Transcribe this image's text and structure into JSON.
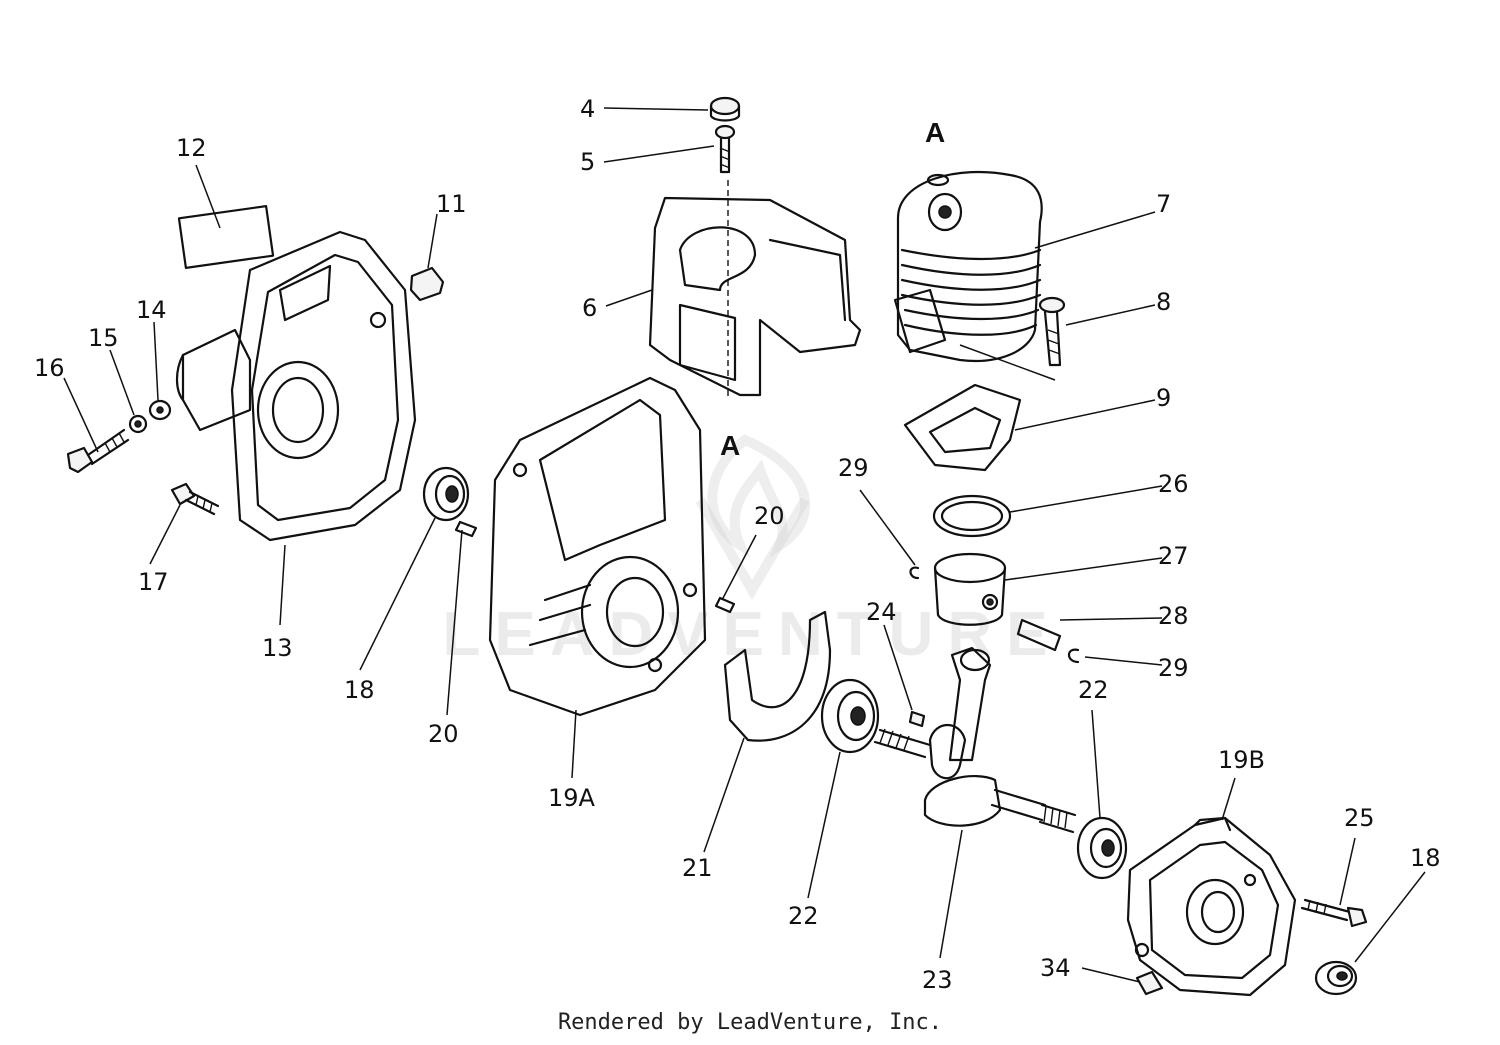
{
  "callouts": [
    {
      "id": "c4",
      "text": "4"
    },
    {
      "id": "c5",
      "text": "5"
    },
    {
      "id": "c6",
      "text": "6"
    },
    {
      "id": "c7",
      "text": "7"
    },
    {
      "id": "c8",
      "text": "8"
    },
    {
      "id": "c9",
      "text": "9"
    },
    {
      "id": "c11",
      "text": "11"
    },
    {
      "id": "c12",
      "text": "12"
    },
    {
      "id": "c13",
      "text": "13"
    },
    {
      "id": "c14",
      "text": "14"
    },
    {
      "id": "c15",
      "text": "15"
    },
    {
      "id": "c16",
      "text": "16"
    },
    {
      "id": "c17",
      "text": "17"
    },
    {
      "id": "c18a",
      "text": "18"
    },
    {
      "id": "c18b",
      "text": "18"
    },
    {
      "id": "c19a",
      "text": "19A"
    },
    {
      "id": "c19b",
      "text": "19B"
    },
    {
      "id": "c20a",
      "text": "20"
    },
    {
      "id": "c20b",
      "text": "20"
    },
    {
      "id": "c21",
      "text": "21"
    },
    {
      "id": "c22a",
      "text": "22"
    },
    {
      "id": "c22b",
      "text": "22"
    },
    {
      "id": "c23",
      "text": "23"
    },
    {
      "id": "c24",
      "text": "24"
    },
    {
      "id": "c25",
      "text": "25"
    },
    {
      "id": "c26",
      "text": "26"
    },
    {
      "id": "c27",
      "text": "27"
    },
    {
      "id": "c28",
      "text": "28"
    },
    {
      "id": "c29a",
      "text": "29"
    },
    {
      "id": "c29b",
      "text": "29"
    },
    {
      "id": "c34",
      "text": "34"
    }
  ],
  "reference_marks": {
    "top": "A",
    "bottom": "A"
  },
  "watermark": {
    "text": "LEADVENTURE"
  },
  "footer": {
    "text": "Rendered by LeadVenture, Inc."
  }
}
